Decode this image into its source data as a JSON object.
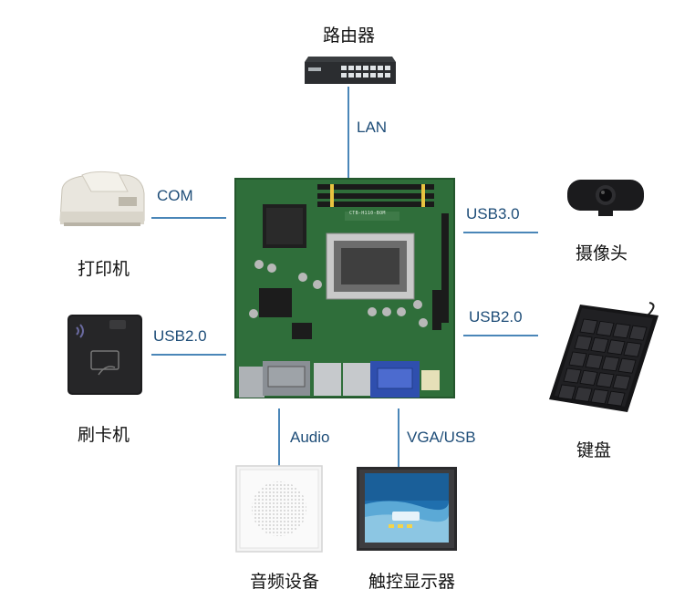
{
  "devices": {
    "router": "路由器",
    "printer": "打印机",
    "card_reader": "刷卡机",
    "camera": "摄像头",
    "keyboard": "键盘",
    "audio": "音频设备",
    "touch_display": "触控显示器"
  },
  "connections": {
    "lan": "LAN",
    "com": "COM",
    "usb20_left": "USB2.0",
    "usb30": "USB3.0",
    "usb20_right": "USB2.0",
    "audio": "Audio",
    "vga_usb": "VGA/USB"
  },
  "board": {
    "model_silk": "CTB-H110-BOM"
  },
  "colors": {
    "connector_line": "#4a86b8",
    "label_text": "#1e4d78",
    "pcb_green": "#2f6e3a"
  }
}
